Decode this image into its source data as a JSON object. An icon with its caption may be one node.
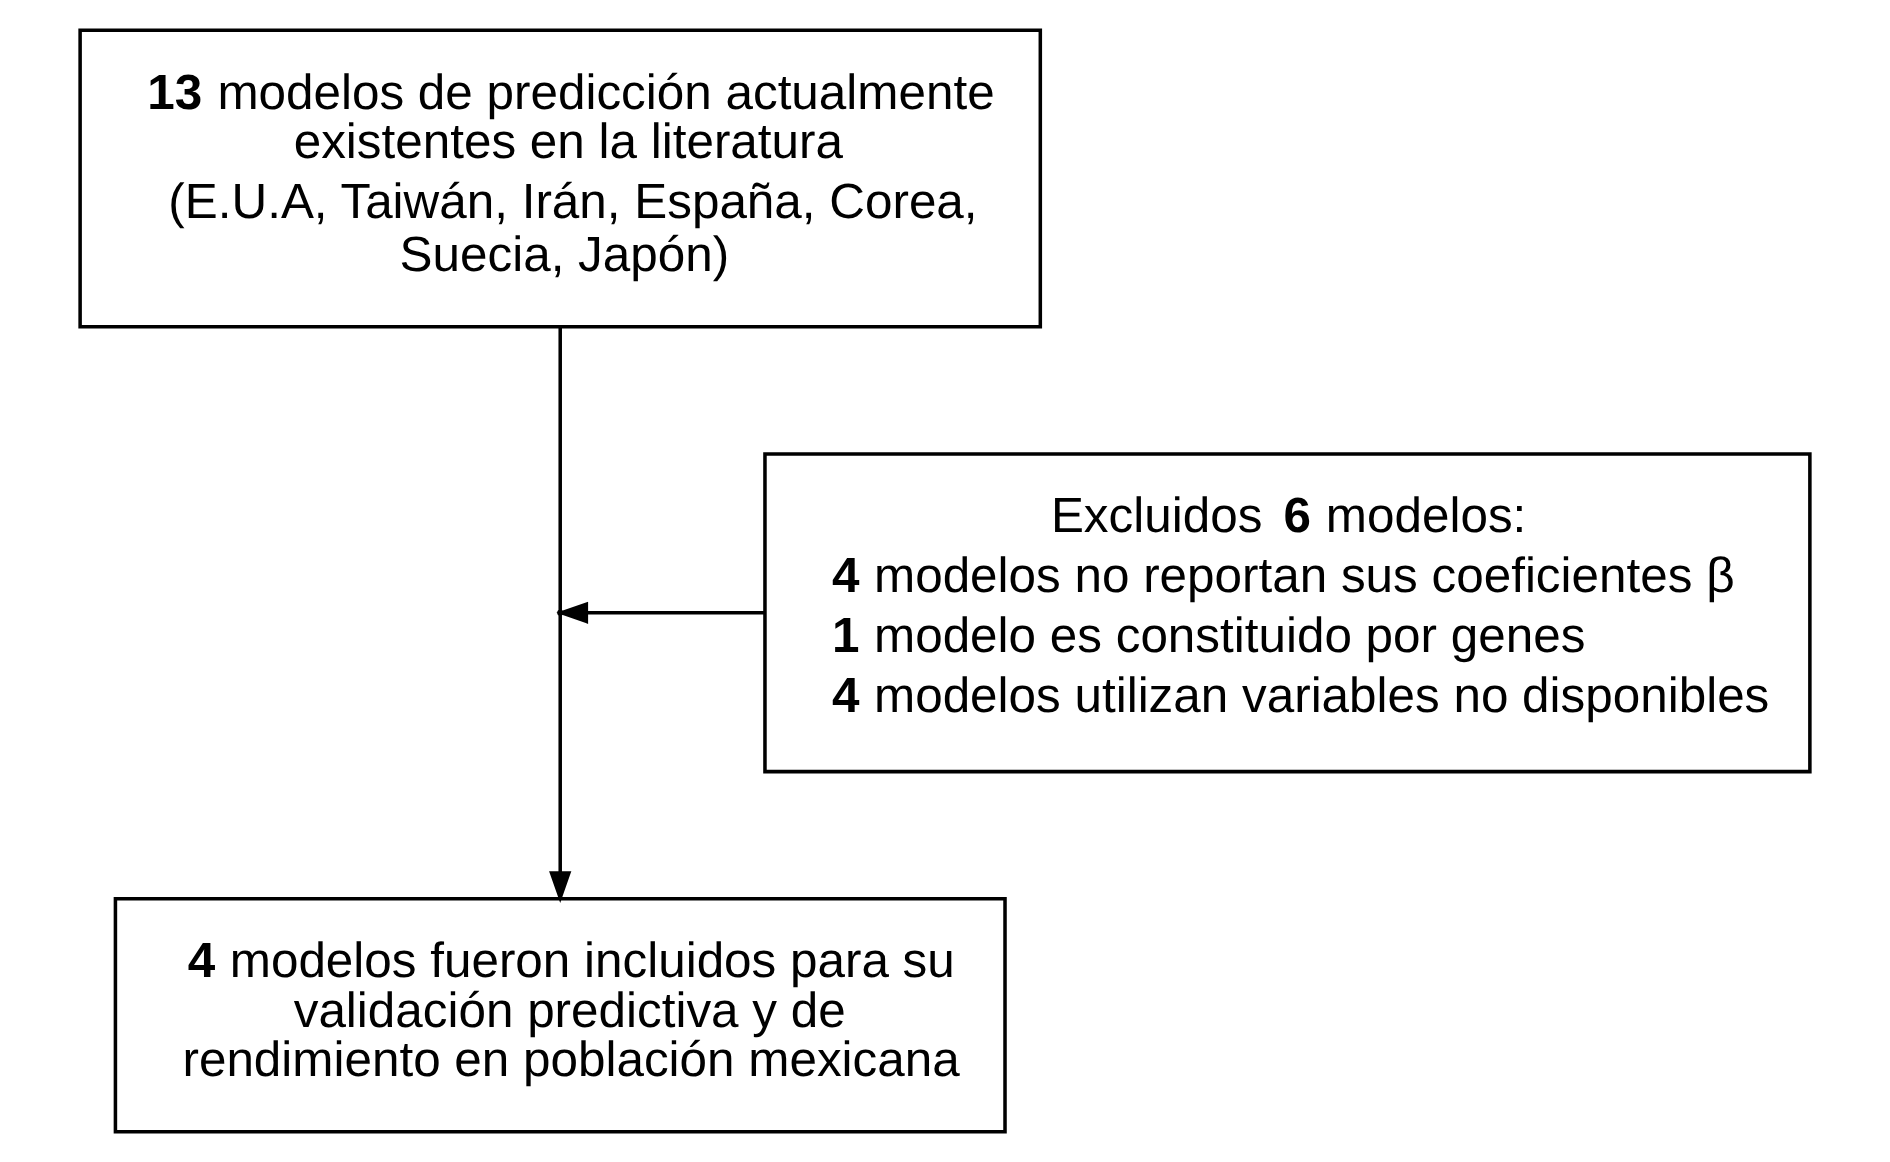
{
  "diagram": {
    "nodes": [
      {
        "text": [
          "**13** modelos de predicción actualmente existentes en la literatura",
          "(E.U.A, Taiwán, Irán, España, Corea, Suecia, Japón)"
        ]
      },
      {
        "text": [
          "Excluidos **6** modelos:",
          "**4** modelos no reportan sus coeficientes β",
          "**1** modelo es constituido por genes",
          "**4** modelos utilizan variables no disponibles"
        ]
      },
      {
        "text": [
          "**4** modelos fueron incluidos para su validación predictiva y de rendimiento en población mexicana"
        ]
      }
    ],
    "edges": [
      {
        "from": 0,
        "to": 2,
        "arrow": "to"
      },
      {
        "from": 1,
        "to": null,
        "arrow": "to"
      }
    ]
  }
}
